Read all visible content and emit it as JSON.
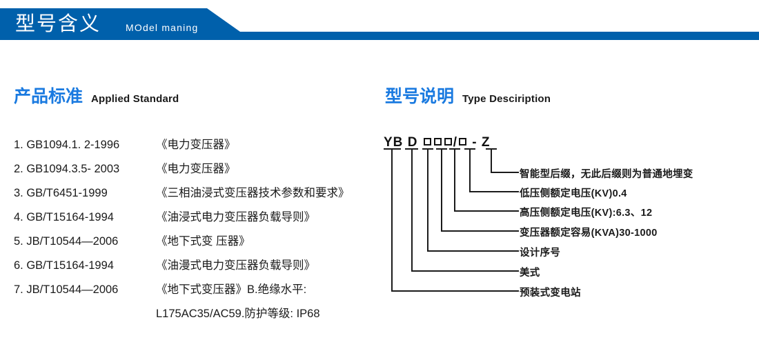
{
  "header": {
    "title_cn": "型号含义",
    "title_en": "MOdel maning",
    "bar_color": "#0060ab"
  },
  "sections": {
    "standard": {
      "title_cn": "产品标准",
      "title_en": "Applied Standard",
      "accent_color": "#1a7ae0"
    },
    "type": {
      "title_cn": "型号说明",
      "title_en": "Type Desciription",
      "accent_color": "#1a7ae0"
    }
  },
  "standards": [
    {
      "code": "1. GB1094.1. 2-1996",
      "name": "《电力变压器》"
    },
    {
      "code": "2. GB1094.3.5- 2003",
      "name": "《电力变压器》"
    },
    {
      "code": "3. GB/T6451-1999",
      "name": "《三相油浸式变压器技术参数和要求》"
    },
    {
      "code": "4. GB/T15164-1994",
      "name": "《油浸式电力变压器负载导则》"
    },
    {
      "code": "5. JB/T10544—2006",
      "name": "《地下式变 压器》"
    },
    {
      "code": "6. GB/T15164-1994",
      "name": "《油漫式电力变压器负载导则》"
    },
    {
      "code": "7. JB/T10544—2006",
      "name": "《地下式变压器》B.绝缘水平:"
    },
    {
      "code": "",
      "name": "L175AC35/AC59.防护等级: IP68"
    }
  ],
  "type_code": {
    "prefix": "YB",
    "second": "D",
    "boxes_group1": 3,
    "separator": "/",
    "boxes_group2": 1,
    "dash": "-",
    "suffix": "Z"
  },
  "callouts": [
    {
      "label": "智能型后缀，无此后缀则为普通地埋变"
    },
    {
      "label": "低压侧额定电压(KV)0.4"
    },
    {
      "label": "高压侧额定电压(KV):6.3、12"
    },
    {
      "label": "变压器额定容易(KVA)30-1000"
    },
    {
      "label": "设计序号"
    },
    {
      "label": "美式"
    },
    {
      "label": "预装式变电站"
    }
  ]
}
